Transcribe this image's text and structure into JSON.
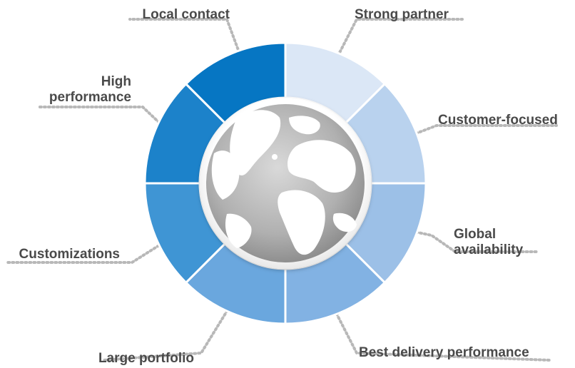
{
  "diagram": {
    "segments": [
      {
        "key": "strong-partner",
        "label": "Strong partner",
        "color": "#dbe7f6"
      },
      {
        "key": "customer-focused",
        "label": "Customer-focused",
        "color": "#b9d2ee"
      },
      {
        "key": "global-availability",
        "label": "Global availability",
        "label_lines": [
          "Global",
          "availability"
        ],
        "color": "#9cc0e7"
      },
      {
        "key": "best-delivery-performance",
        "label": "Best delivery performance",
        "color": "#82b2e3"
      },
      {
        "key": "large-portfolio",
        "label": "Large portfolio",
        "color": "#6aa7de"
      },
      {
        "key": "customizations",
        "label": "Customizations",
        "color": "#3f95d4"
      },
      {
        "key": "high-performance",
        "label": "High performance",
        "label_lines": [
          "High",
          "performance"
        ],
        "color": "#1c82ca"
      },
      {
        "key": "local-contact",
        "label": "Local contact",
        "color": "#0676c3"
      }
    ],
    "label_color": "#4a4a4a",
    "connector_color": "#b8b8b8",
    "center": {
      "icon": "globe-icon"
    }
  }
}
